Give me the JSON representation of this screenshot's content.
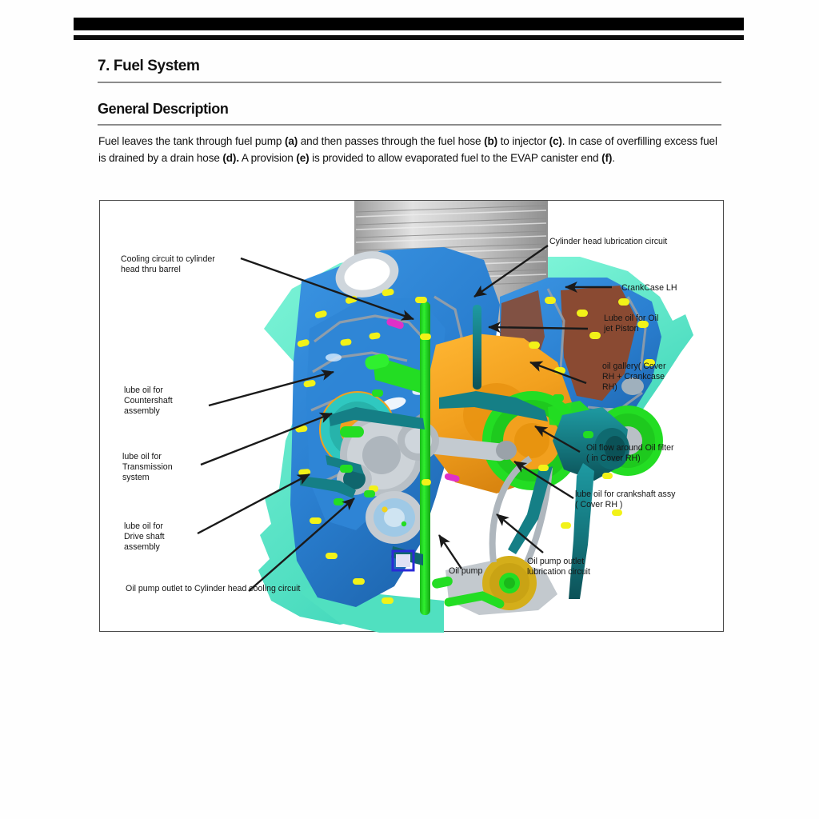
{
  "document": {
    "chapter_title": "7. Fuel System",
    "section_title": "General Description",
    "paragraph": {
      "seg1": "Fuel leaves the tank through fuel pump ",
      "b1": "(a)",
      "seg2": " and then passes through the fuel hose ",
      "b2": "(b)",
      "seg3": " to injector ",
      "b3": "(c)",
      "seg4": ". In case of overfilling excess fuel is drained by a drain hose ",
      "b4": "(d).",
      "seg5": " A provision ",
      "b5": "(e)",
      "seg6": " is provided to allow evaporated fuel to the EVAP canister end ",
      "b6": "(f)",
      "seg7": "."
    }
  },
  "figure": {
    "caption_labels": {
      "cooling_circuit": "Cooling circuit to cylinder",
      "cooling_circuit_2": "head thru barrel",
      "cyl_head_lub": "Cylinder head lubrication circuit",
      "crankcase_lh": "CrankCase LH",
      "lube_oil_jet_1": "Lube oil for Oil",
      "lube_oil_jet_2": "jet Piston",
      "oil_gallery_1": "oil gallery( Cover",
      "oil_gallery_2": "RH + Crankcase",
      "oil_gallery_3": "RH)",
      "countershaft_1": "lube oil for",
      "countershaft_2": "Countershaft",
      "countershaft_3": "assembly",
      "transmission_1": "lube oil for",
      "transmission_2": "Transmission",
      "transmission_3": "system",
      "driveshaft_1": "lube oil for",
      "driveshaft_2": "Drive shaft",
      "driveshaft_3": "assembly",
      "oil_filter_1": "Oil flow around Oil filter",
      "oil_filter_2": "( in Cover RH)",
      "crankshaft_1": "lube oil for crankshaft assy",
      "crankshaft_2": "( Cover RH )",
      "oil_pump": "Oil pump",
      "oil_pump_outlet_1": "Oil pump outlet",
      "oil_pump_outlet_2": "lubrication circuit",
      "oil_pump_cyl_head": "Oil pump outlet to Cylinder head cooling circuit"
    },
    "colors": {
      "outer_shell": "#5de8c8",
      "crankcase_blue": "#2f86d6",
      "crankcase_blue_dark": "#1f6cb8",
      "rotor_orange": "#f2a01e",
      "oil_green": "#23dd23",
      "tube_teal": "#157f86",
      "barrel_gray": "#b8b8b8",
      "maroon": "#8a4a32",
      "sprocket_gold": "#d4ae1a",
      "bolt_yellow": "#f2f218",
      "magenta": "#e030c8",
      "arrow_black": "#1a1a1a"
    }
  }
}
